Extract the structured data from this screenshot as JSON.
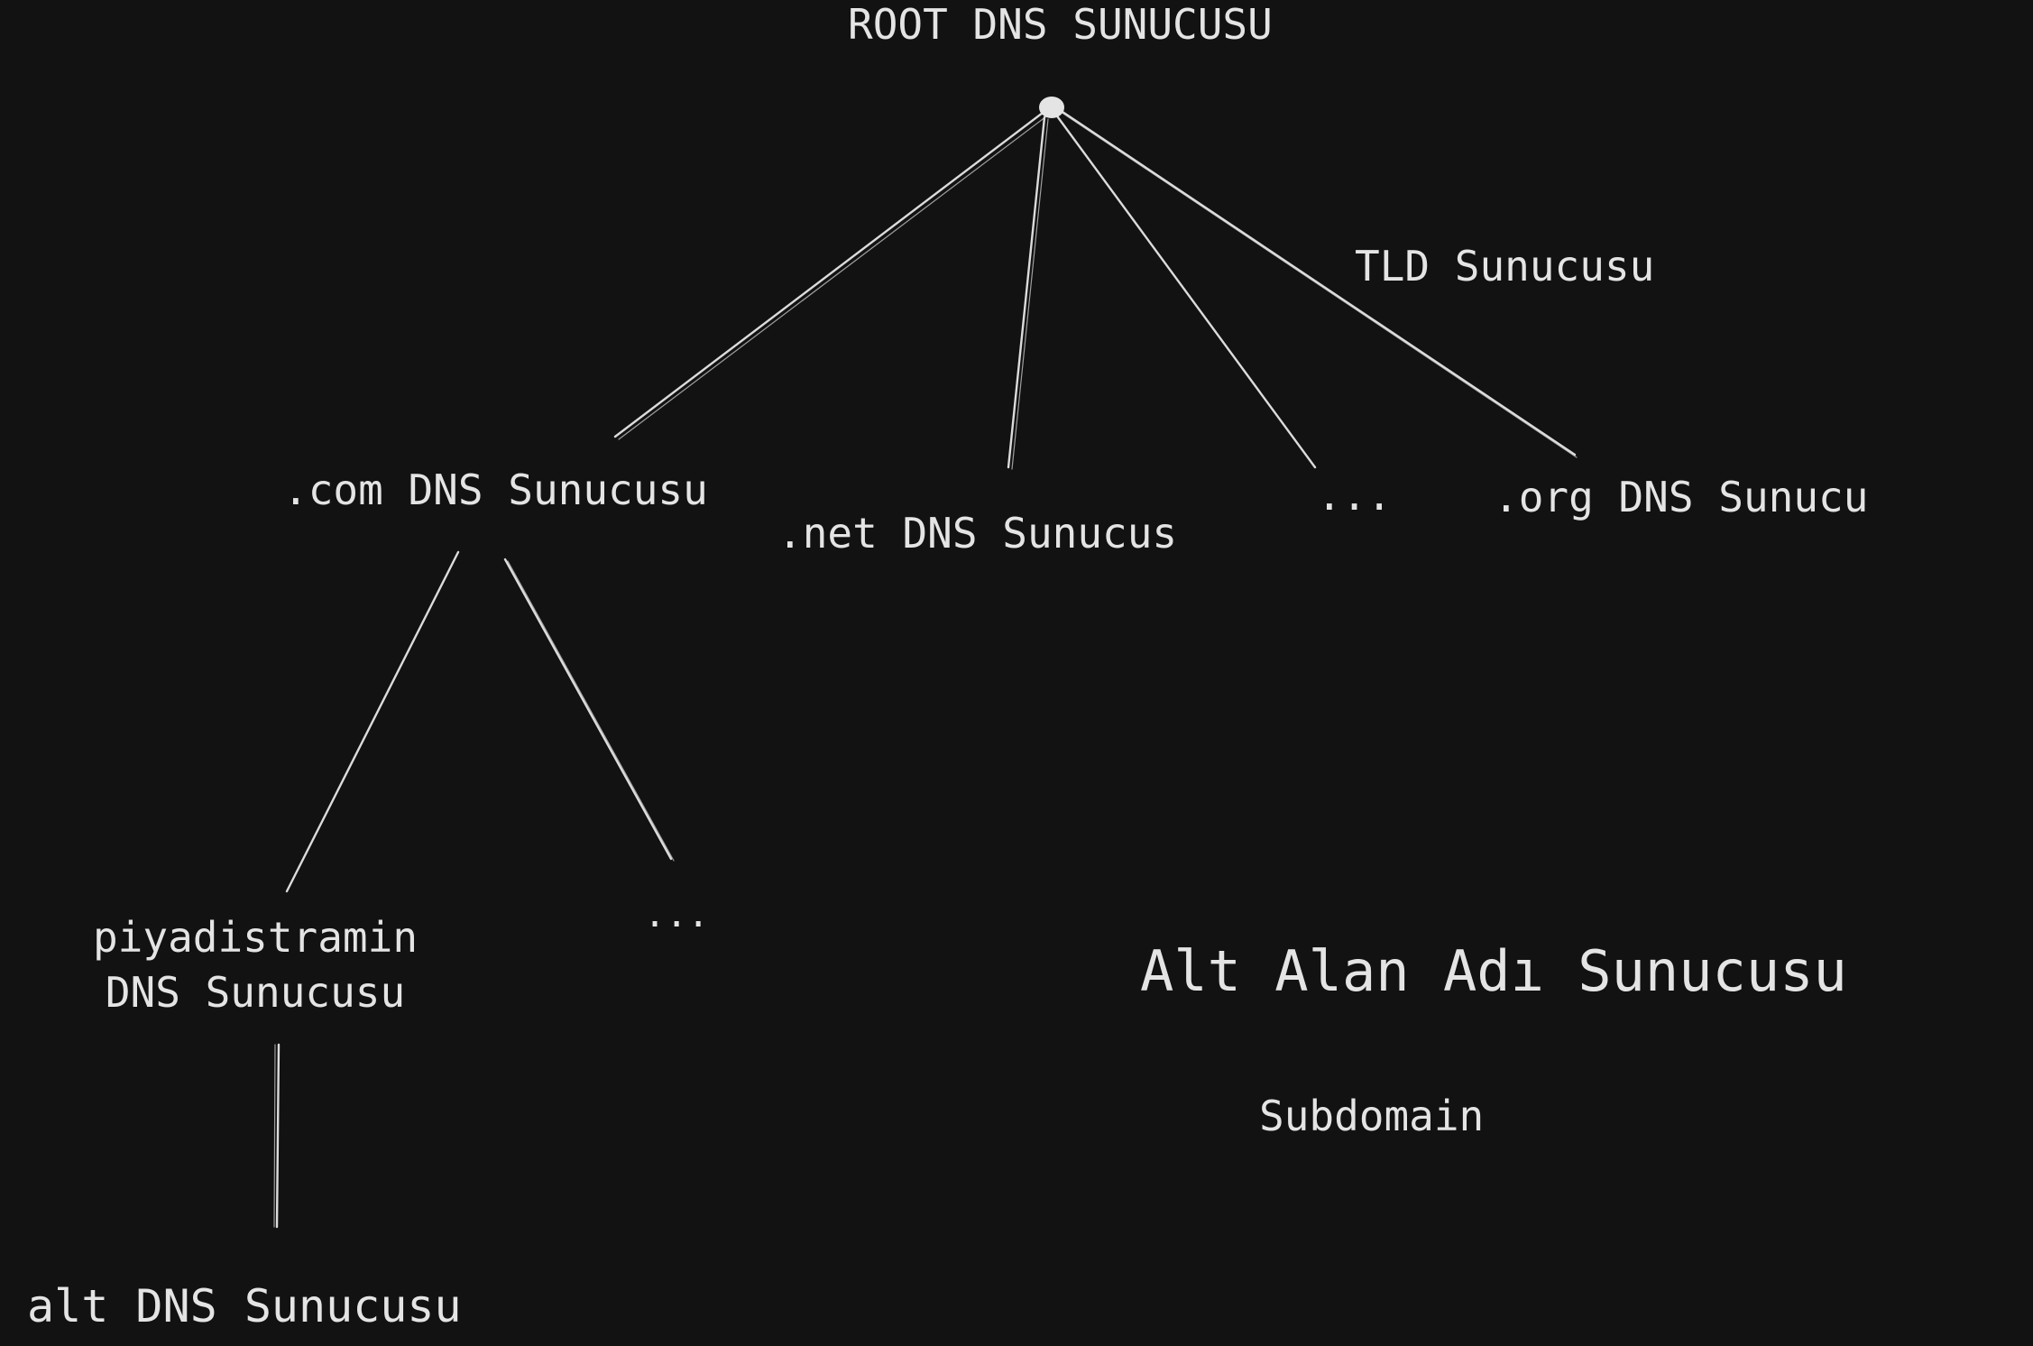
{
  "diagram": {
    "colors": {
      "background": "#121212",
      "text": "#e4e4e4",
      "line": "#dcdcdc"
    },
    "nodes": {
      "root": "ROOT DNS SUNUCUSU",
      "tld_caption": "TLD Sunucusu",
      "com": ".com DNS Sunucusu",
      "net": ".net DNS Sunucus",
      "tld_ellipsis": "...",
      "org": ".org DNS Sunucu",
      "piyadistramin_line1": "piyadistramin",
      "piyadistramin_line2": "DNS Sunucusu",
      "com_ellipsis": "...",
      "alt": "alt DNS Sunucusu",
      "subdomain_title": "Alt Alan Adı Sunucusu",
      "subdomain_caption": "Subdomain"
    },
    "edges": [
      {
        "from": "root",
        "to": "com"
      },
      {
        "from": "root",
        "to": "net"
      },
      {
        "from": "root",
        "to": "tld_ellipsis"
      },
      {
        "from": "root",
        "to": "org"
      },
      {
        "from": "com",
        "to": "piyadistramin"
      },
      {
        "from": "com",
        "to": "com_ellipsis"
      },
      {
        "from": "piyadistramin",
        "to": "alt"
      }
    ]
  }
}
